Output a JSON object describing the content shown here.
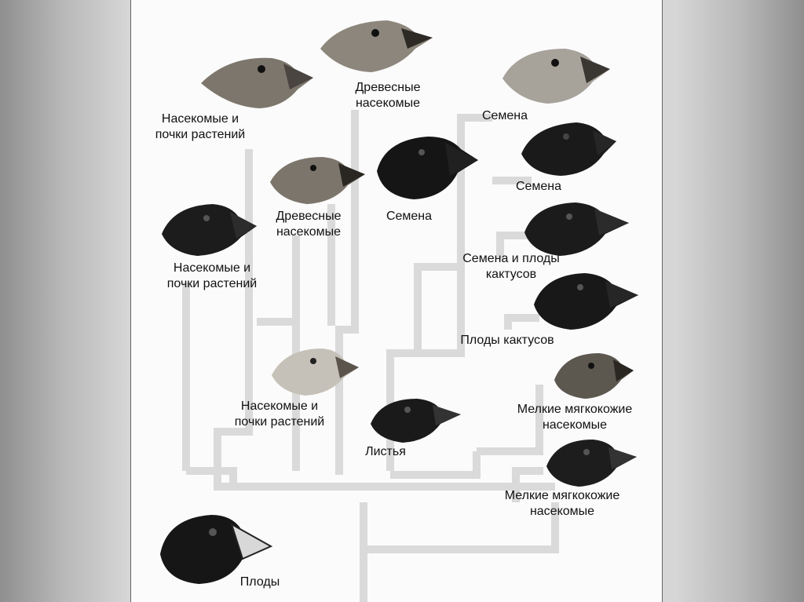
{
  "diagram": {
    "labels": [
      {
        "text1": "Насекомые и",
        "text2": "почки растений"
      },
      {
        "text1": "Древесные",
        "text2": "насекомые"
      },
      {
        "text1": "Семена",
        "text2": ""
      },
      {
        "text1": "Насекомые и",
        "text2": "почки растений"
      },
      {
        "text1": "Древесные",
        "text2": "насекомые"
      },
      {
        "text1": "Семена",
        "text2": ""
      },
      {
        "text1": "Семена",
        "text2": ""
      },
      {
        "text1": "Семена и плоды",
        "text2": "кактусов"
      },
      {
        "text1": "Плоды кактусов",
        "text2": ""
      },
      {
        "text1": "Насекомые и",
        "text2": "почки растений"
      },
      {
        "text1": "Листья",
        "text2": ""
      },
      {
        "text1": "Мелкие мягкокожие",
        "text2": "насекомые"
      },
      {
        "text1": "Мелкие мягкокожие",
        "text2": "насекомые"
      },
      {
        "text1": "Плоды",
        "text2": ""
      }
    ],
    "colors": {
      "tree_branch": "#dadada",
      "dark_bird": "#1a1a1a",
      "light_bird": "#b5b0a6",
      "mid_bird": "#5a5550"
    }
  }
}
